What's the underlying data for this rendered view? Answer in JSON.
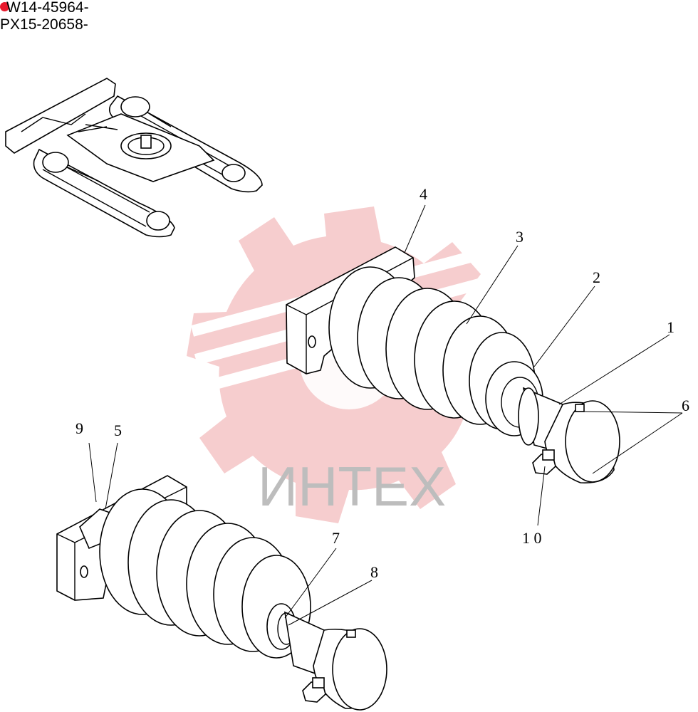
{
  "header": {
    "serial_1": "W14-45964-",
    "serial_2": "PX15-20658-",
    "marker_color": "#e8192c"
  },
  "watermark": {
    "text": "ИНТЕХ",
    "gear_color": "#f5c4c6",
    "text_color": "#bdbdbd"
  },
  "callouts": {
    "c1": "1",
    "c2": "2",
    "c3": "3",
    "c4": "4",
    "c5": "5",
    "c6": "6",
    "c7": "7",
    "c8": "8",
    "c9": "9",
    "c10": "1 0"
  }
}
